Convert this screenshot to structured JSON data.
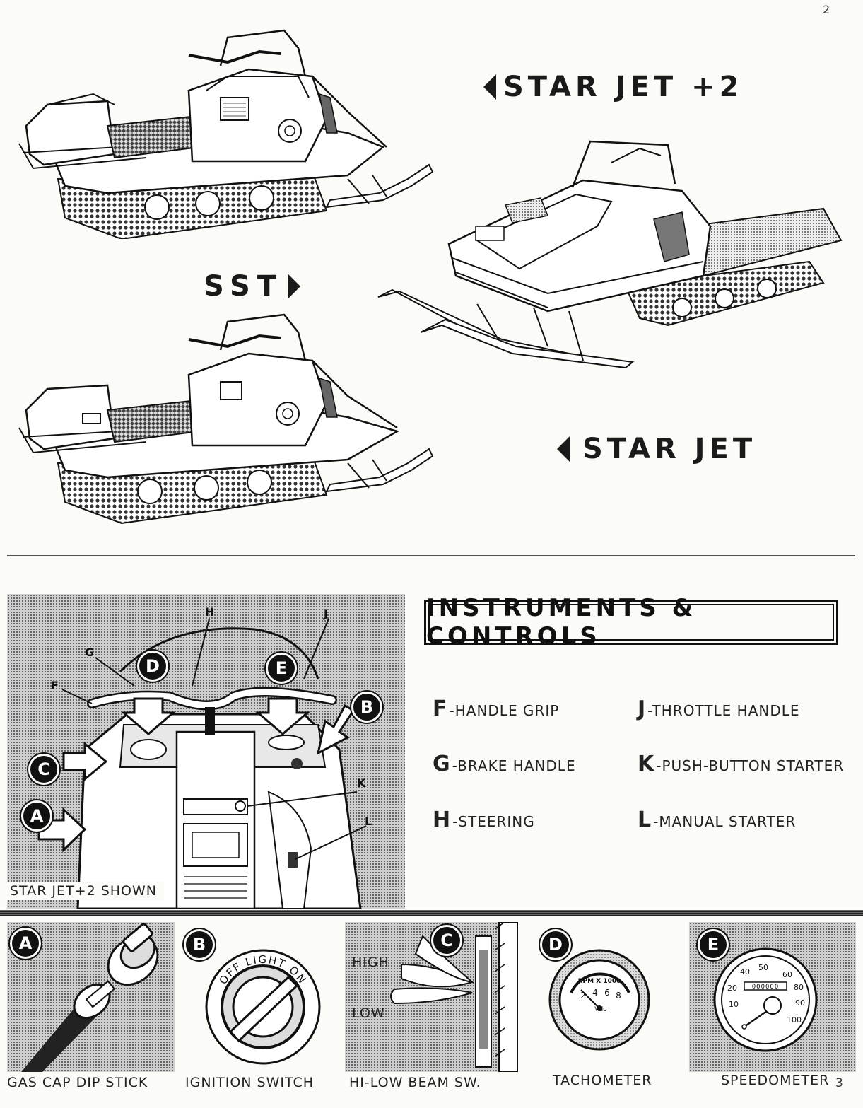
{
  "page_top_number": "2",
  "page_bottom_number": "3",
  "models": {
    "star_jet_plus2": "STAR JET +2",
    "sst": "SST",
    "star_jet": "STAR JET"
  },
  "instruments_title": "INSTRUMENTS & CONTROLS",
  "legend": [
    {
      "key": "F",
      "text": "-HANDLE GRIP"
    },
    {
      "key": "G",
      "text": "-BRAKE HANDLE"
    },
    {
      "key": "H",
      "text": "-STEERING"
    },
    {
      "key": "J",
      "text": "-THROTTLE HANDLE"
    },
    {
      "key": "K",
      "text": "-PUSH-BUTTON STARTER"
    },
    {
      "key": "L",
      "text": "-MANUAL STARTER"
    }
  ],
  "controls_view": {
    "caption": "STAR JET+2  SHOWN",
    "callouts": [
      "F",
      "G",
      "H",
      "J",
      "K",
      "L"
    ],
    "bubbles": [
      "A",
      "B",
      "C",
      "D",
      "E"
    ]
  },
  "panels": [
    {
      "letter": "A",
      "caption": "GAS CAP  DIP  STICK"
    },
    {
      "letter": "B",
      "caption": "IGNITION SWITCH",
      "dial_text": "OFF  LIGHT  ON"
    },
    {
      "letter": "C",
      "caption": "HI-LOW BEAM SW.",
      "high": "HIGH",
      "low": "LOW"
    },
    {
      "letter": "D",
      "caption": "TACHOMETER",
      "dial_title": "RPM X 1000",
      "ticks": [
        "2",
        "4",
        "6",
        "8"
      ],
      "brand": "Vdo"
    },
    {
      "letter": "E",
      "caption": "SPEEDOMETER",
      "ticks": [
        "10",
        "20",
        "40",
        "50",
        "60",
        "80",
        "90",
        "100"
      ],
      "odometer": "000000"
    }
  ]
}
